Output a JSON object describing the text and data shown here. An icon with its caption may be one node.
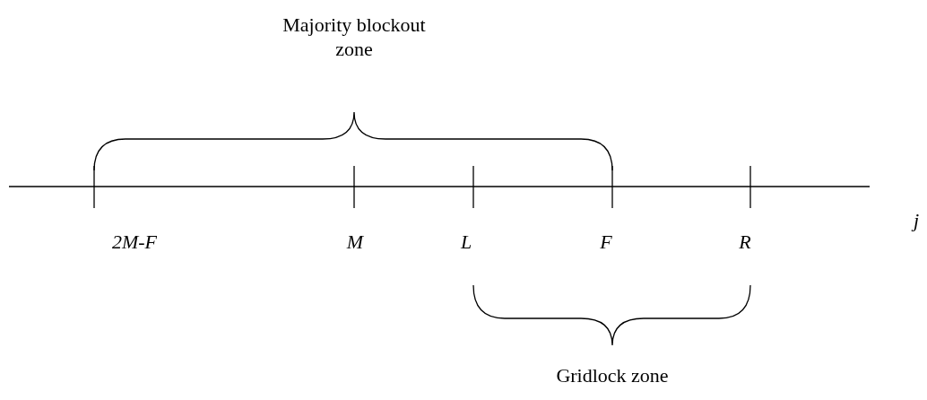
{
  "diagram": {
    "labels": [
      "Majority blockout zone",
      "j",
      "2M-F",
      "M",
      "L",
      "F",
      "R",
      "Gridlock zone"
    ]
  }
}
